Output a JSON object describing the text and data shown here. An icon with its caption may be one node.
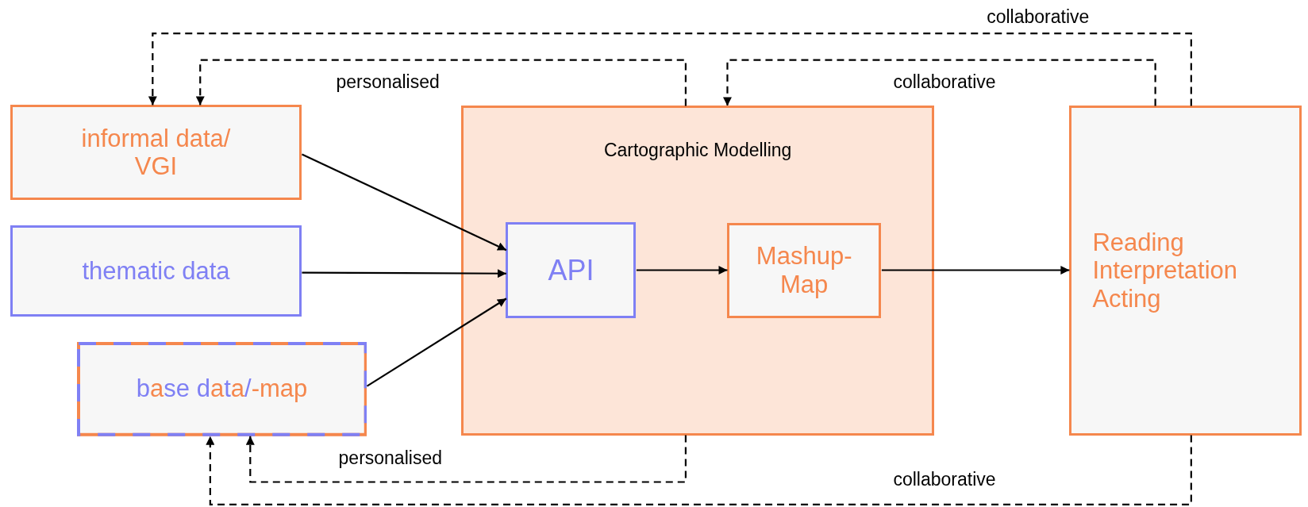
{
  "diagram": {
    "nodes": [
      {
        "text": [
          "informal data/ VGI"
        ]
      },
      {
        "text": [
          "thematic data"
        ]
      },
      {
        "text": [
          "base data/-map"
        ]
      },
      {
        "text": [
          "Cartographic Modelling"
        ]
      },
      {
        "text": [
          "API"
        ],
        "in": 3
      },
      {
        "text": [
          "Mashup- Map"
        ],
        "in": 3
      },
      {
        "text": [
          "Reading Interpretation Acting"
        ]
      }
    ],
    "edges": [
      {
        "from": 0,
        "to": 4,
        "arrow": "to"
      },
      {
        "from": 1,
        "to": 4,
        "arrow": "to"
      },
      {
        "from": 2,
        "to": 4,
        "arrow": "to"
      },
      {
        "from": 4,
        "to": 5,
        "arrow": "to"
      },
      {
        "from": 5,
        "to": 6,
        "arrow": "to"
      },
      {
        "from": 6,
        "to": 0,
        "arrow": "to",
        "style": "dashed",
        "label": "collaborative"
      },
      {
        "from": 3,
        "to": 0,
        "arrow": "to",
        "style": "dashed",
        "label": "personalised"
      },
      {
        "from": 6,
        "to": 3,
        "arrow": "to",
        "style": "dashed",
        "label": "collaborative"
      },
      {
        "from": 3,
        "to": 2,
        "arrow": "to",
        "style": "dashed",
        "label": "personalised"
      },
      {
        "from": 6,
        "to": 2,
        "arrow": "to",
        "style": "dashed",
        "label": "collaborative"
      }
    ]
  }
}
